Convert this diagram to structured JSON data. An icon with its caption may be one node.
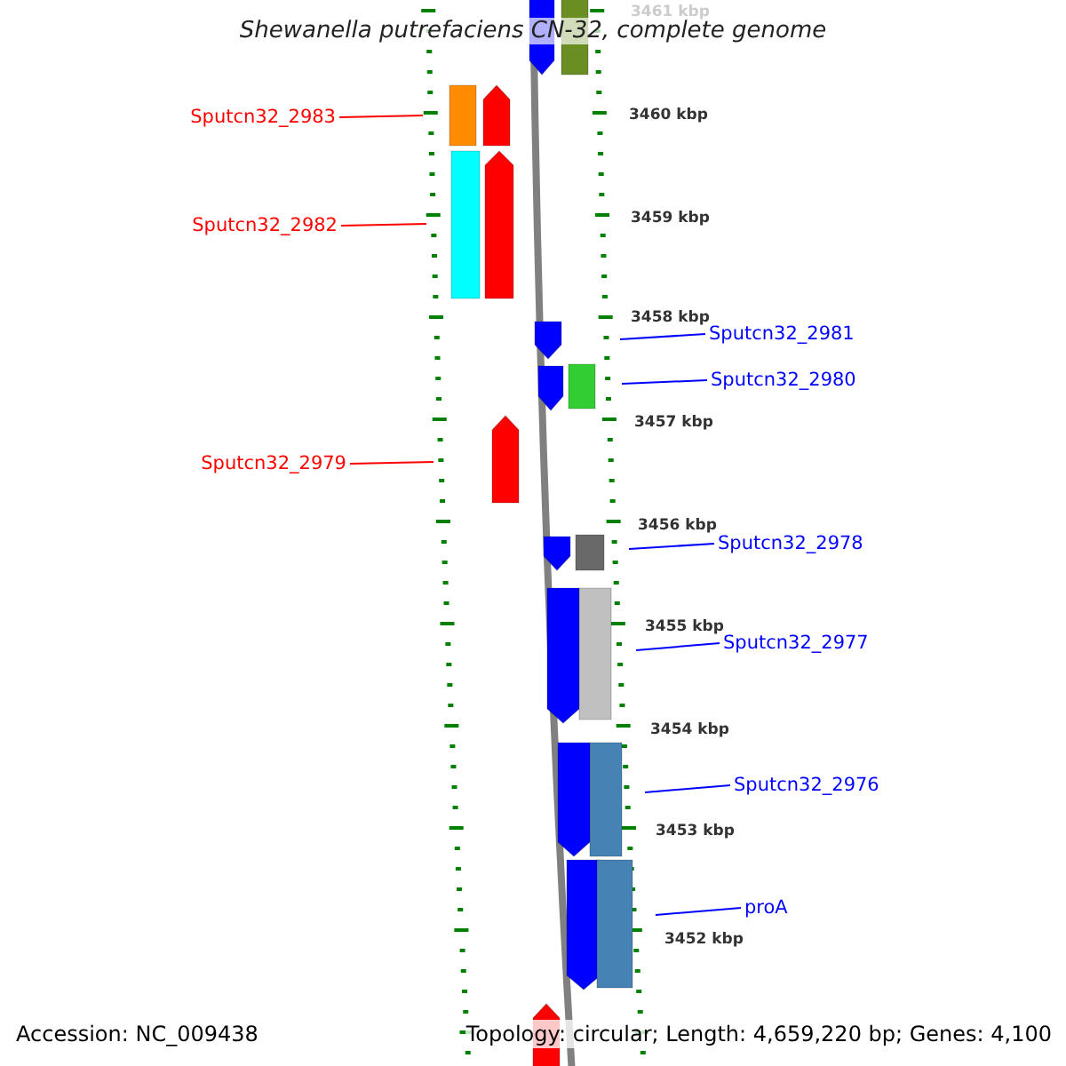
{
  "diagram": {
    "title": "Shewanella putrefaciens CN-32, complete genome",
    "nodes": [
      {
        "text": [
          "Sputcn32_2983"
        ]
      },
      {
        "text": [
          "Sputcn32_2982"
        ]
      },
      {
        "text": [
          "Sputcn32_2981"
        ]
      },
      {
        "text": [
          "Sputcn32_2980"
        ]
      },
      {
        "text": [
          "Sputcn32_2979"
        ]
      },
      {
        "text": [
          "Sputcn32_2978"
        ]
      },
      {
        "text": [
          "Sputcn32_2977"
        ]
      },
      {
        "text": [
          "Sputcn32_2976"
        ]
      },
      {
        "text": [
          "proA"
        ]
      }
    ],
    "edges": [
      {
        "from": 0,
        "to": null,
        "arrow": "none",
        "color": "#ff0000"
      },
      {
        "from": 1,
        "to": null,
        "arrow": "none",
        "color": "#ff0000"
      },
      {
        "from": 2,
        "to": null,
        "arrow": "none"
      },
      {
        "from": 3,
        "to": null,
        "arrow": "none"
      },
      {
        "from": 4,
        "to": null,
        "arrow": "none",
        "color": "#ff0000"
      },
      {
        "from": 5,
        "to": null,
        "arrow": "none"
      },
      {
        "from": 6,
        "to": null,
        "arrow": "none"
      },
      {
        "from": 7,
        "to": null,
        "arrow": "none"
      },
      {
        "from": 8,
        "to": null,
        "arrow": "none"
      }
    ],
    "labels": [
      "3461 kbp",
      "3460 kbp",
      "3459 kbp",
      "3458 kbp",
      "3457 kbp",
      "3456 kbp",
      "3455 kbp",
      "3454 kbp",
      "3453 kbp",
      "3452 kbp",
      "Accession: NC_009438",
      "Topology: circular; Length: 4,659,220 bp; Genes: 4,100"
    ]
  }
}
